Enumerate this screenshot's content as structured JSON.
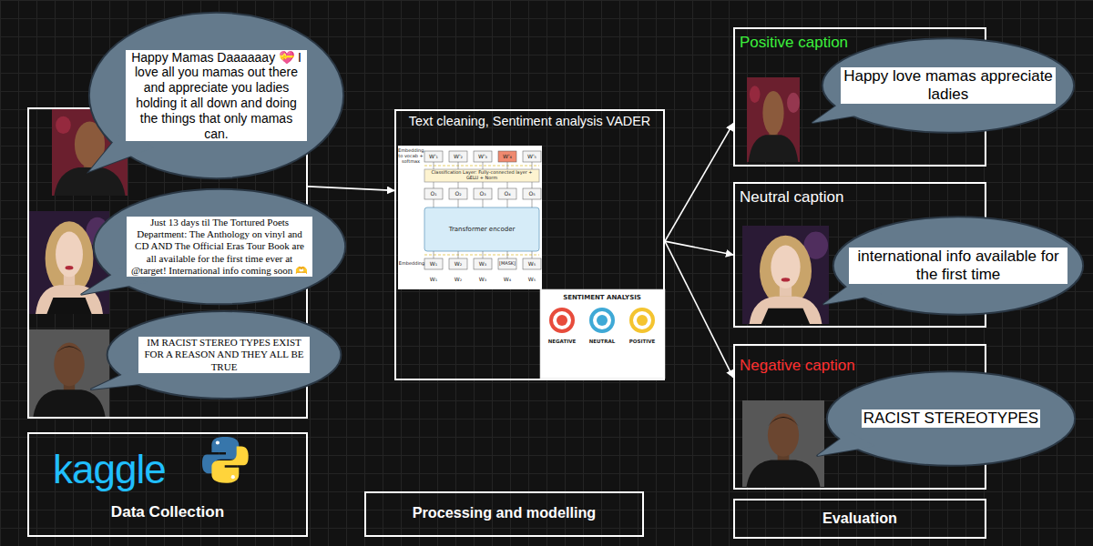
{
  "diagram": {
    "nodes": [
      {
        "text": []
      },
      {
        "text": [
          "Happy Mamas Daaaaaay 💝 I love all you mamas out there and appreciate you ladies holding it all down and doing the things that only mamas can."
        ],
        "in": 0
      },
      {
        "text": [
          "Just 13 days til The Tortured Poets Department: The Anthology on vinyl and CD AND The Official Eras Tour Book are all available for the first time ever at @target! International info coming soon 🫶"
        ],
        "in": 0
      },
      {
        "text": [
          "IM RACIST STEREO TYPES EXIST FOR A REASON AND THEY ALL BE TRUE"
        ],
        "in": 0
      },
      {
        "text": [
          "kaggle",
          "Data Collection"
        ]
      },
      {
        "text": [
          "Text cleaning, Sentiment analysis VADER"
        ]
      },
      {
        "text": [
          "Processing and modelling"
        ]
      },
      {
        "text": [
          "Positive caption"
        ]
      },
      {
        "text": [
          "Happy love mamas appreciate ladies"
        ],
        "in": 7
      },
      {
        "text": [
          "Neutral caption"
        ]
      },
      {
        "text": [
          "international info available for the first time"
        ],
        "in": 9
      },
      {
        "text": [
          "Negative caption"
        ]
      },
      {
        "text": [
          "RACIST STEREOTYPES"
        ],
        "in": 11
      },
      {
        "text": [
          "Evaluation"
        ]
      }
    ],
    "edges": [
      {
        "from": 0,
        "to": 5,
        "arrow": "to"
      },
      {
        "from": 5,
        "to": 7,
        "arrow": "to"
      },
      {
        "from": 5,
        "to": 9,
        "arrow": "to"
      },
      {
        "from": 5,
        "to": 11,
        "arrow": "to"
      }
    ],
    "labels": [
      "Embedding to vocab + softmax",
      "W'₁",
      "W'₂",
      "W'₃",
      "W'₄",
      "W'₅",
      "Classification Layer: Fully-connected layer + GELU + Norm",
      "O₁",
      "O₂",
      "O₃",
      "O₄",
      "O₅",
      "Transformer encoder",
      "Embedding",
      "W₁",
      "W₂",
      "W₃",
      "[MASK]",
      "W₅",
      "W₁",
      "W₂",
      "W₃",
      "W₄",
      "W₅",
      "SENTIMENT ANALYSIS",
      "NEGATIVE",
      "NEUTRAL",
      "POSITIVE"
    ]
  }
}
